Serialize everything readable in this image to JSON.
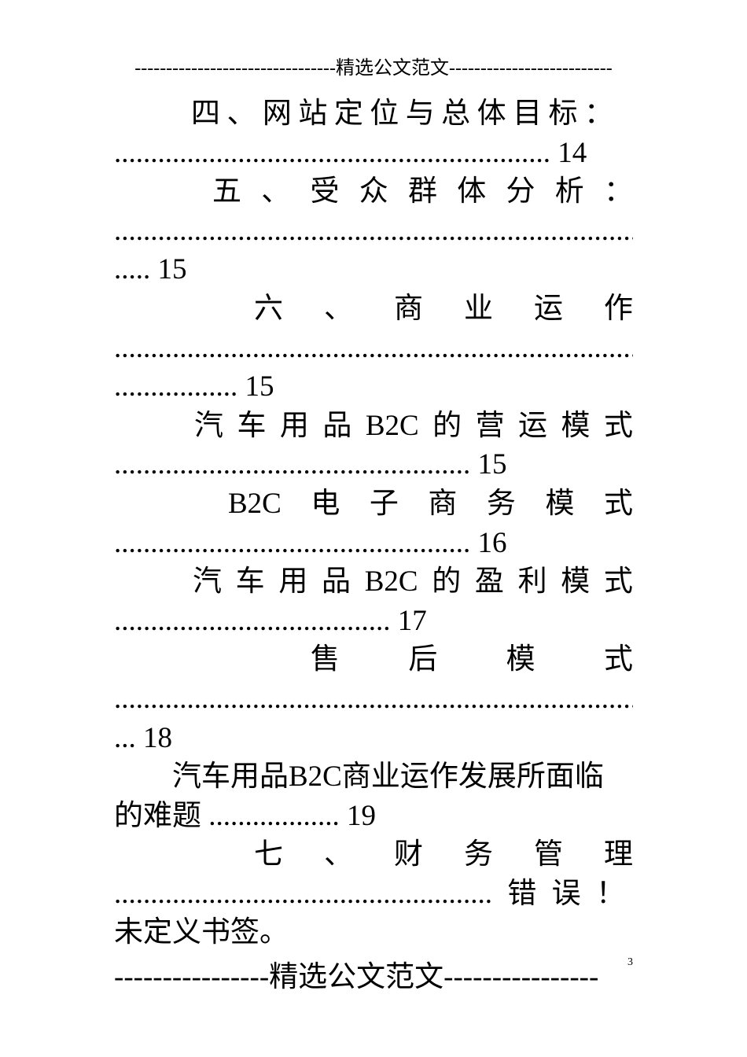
{
  "header": "--------------------------------精选公文范文--------------------------",
  "entries": [
    {
      "title": "四、网站定位与总体目标：",
      "dots": "............................................................",
      "page": "14"
    },
    {
      "title": "五、受众群体分析：",
      "dots": ".....................................................................",
      "page": "15"
    },
    {
      "title": "六、商业运作",
      "dots": "................................................................................",
      "page": "15"
    },
    {
      "title": "汽车用品B2C的营运模式",
      "dots": ".................................................",
      "page": "15"
    },
    {
      "title": "B2C电子商务模式",
      "dots": ".................................................",
      "page": "16"
    },
    {
      "title": "汽车用品 B2C的盈利模式",
      "dots": "......................................",
      "page": "17"
    },
    {
      "title": "售后模式",
      "dots": "....................................................................",
      "page": "18"
    },
    {
      "title": "汽车用品B2C商业运作发展所面临的难题",
      "dots": "..................",
      "page": "19"
    },
    {
      "title": "七、财务管理",
      "dots": "....................................................",
      "error": "错误！未定义书签。"
    }
  ],
  "page_number": "3",
  "footer": "----------------精选公文范文----------------"
}
